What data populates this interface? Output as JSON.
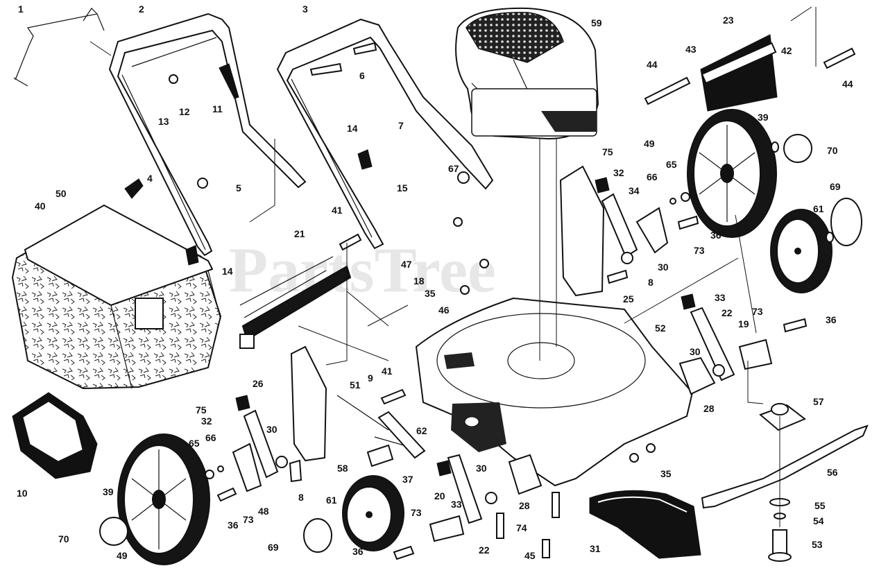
{
  "watermark": "PartsTree",
  "callouts": [
    {
      "id": "c1",
      "label": "1"
    },
    {
      "id": "c2",
      "label": "2"
    },
    {
      "id": "c3",
      "label": "3"
    },
    {
      "id": "c59",
      "label": "59"
    },
    {
      "id": "c23",
      "label": "23"
    },
    {
      "id": "c42",
      "label": "42"
    },
    {
      "id": "c44a",
      "label": "44"
    },
    {
      "id": "c43",
      "label": "43"
    },
    {
      "id": "c44b",
      "label": "44"
    },
    {
      "id": "c6",
      "label": "6"
    },
    {
      "id": "c13",
      "label": "13"
    },
    {
      "id": "c12",
      "label": "12"
    },
    {
      "id": "c11",
      "label": "11"
    },
    {
      "id": "c7",
      "label": "7"
    },
    {
      "id": "c14a",
      "label": "14"
    },
    {
      "id": "c49a",
      "label": "49"
    },
    {
      "id": "c39a",
      "label": "39"
    },
    {
      "id": "c70a",
      "label": "70"
    },
    {
      "id": "c75a",
      "label": "75"
    },
    {
      "id": "c32a",
      "label": "32"
    },
    {
      "id": "c66a",
      "label": "66"
    },
    {
      "id": "c65a",
      "label": "65"
    },
    {
      "id": "c67",
      "label": "67"
    },
    {
      "id": "c4",
      "label": "4"
    },
    {
      "id": "c5",
      "label": "5"
    },
    {
      "id": "c15",
      "label": "15"
    },
    {
      "id": "c34",
      "label": "34"
    },
    {
      "id": "c69a",
      "label": "69"
    },
    {
      "id": "c50",
      "label": "50"
    },
    {
      "id": "c40",
      "label": "40"
    },
    {
      "id": "c41a",
      "label": "41"
    },
    {
      "id": "c21",
      "label": "21"
    },
    {
      "id": "c61a",
      "label": "61"
    },
    {
      "id": "c36a",
      "label": "36"
    },
    {
      "id": "c73a",
      "label": "73"
    },
    {
      "id": "c14b",
      "label": "14"
    },
    {
      "id": "c47",
      "label": "47"
    },
    {
      "id": "c30a",
      "label": "30"
    },
    {
      "id": "c18",
      "label": "18"
    },
    {
      "id": "c8a",
      "label": "8"
    },
    {
      "id": "c35a",
      "label": "35"
    },
    {
      "id": "c25",
      "label": "25"
    },
    {
      "id": "c46",
      "label": "46"
    },
    {
      "id": "c33a",
      "label": "33"
    },
    {
      "id": "c22a",
      "label": "22"
    },
    {
      "id": "c73b",
      "label": "73"
    },
    {
      "id": "c19",
      "label": "19"
    },
    {
      "id": "c36b",
      "label": "36"
    },
    {
      "id": "c52",
      "label": "52"
    },
    {
      "id": "c30b",
      "label": "30"
    },
    {
      "id": "c26",
      "label": "26"
    },
    {
      "id": "c51",
      "label": "51"
    },
    {
      "id": "c9",
      "label": "9"
    },
    {
      "id": "c41b",
      "label": "41"
    },
    {
      "id": "c28a",
      "label": "28"
    },
    {
      "id": "c57",
      "label": "57"
    },
    {
      "id": "c75b",
      "label": "75"
    },
    {
      "id": "c32b",
      "label": "32"
    },
    {
      "id": "c30c",
      "label": "30"
    },
    {
      "id": "c65b",
      "label": "65"
    },
    {
      "id": "c66b",
      "label": "66"
    },
    {
      "id": "c62",
      "label": "62"
    },
    {
      "id": "c10",
      "label": "10"
    },
    {
      "id": "c58",
      "label": "58"
    },
    {
      "id": "c8b",
      "label": "8"
    },
    {
      "id": "c30d",
      "label": "30"
    },
    {
      "id": "c37",
      "label": "37"
    },
    {
      "id": "c35b",
      "label": "35"
    },
    {
      "id": "c56",
      "label": "56"
    },
    {
      "id": "c39b",
      "label": "39"
    },
    {
      "id": "c48",
      "label": "48"
    },
    {
      "id": "c36c",
      "label": "36"
    },
    {
      "id": "c73c",
      "label": "73"
    },
    {
      "id": "c61b",
      "label": "61"
    },
    {
      "id": "c20",
      "label": "20"
    },
    {
      "id": "c33b",
      "label": "33"
    },
    {
      "id": "c28b",
      "label": "28"
    },
    {
      "id": "c55",
      "label": "55"
    },
    {
      "id": "c73d",
      "label": "73"
    },
    {
      "id": "c74",
      "label": "74"
    },
    {
      "id": "c54",
      "label": "54"
    },
    {
      "id": "c70b",
      "label": "70"
    },
    {
      "id": "c69b",
      "label": "69"
    },
    {
      "id": "c36d",
      "label": "36"
    },
    {
      "id": "c22b",
      "label": "22"
    },
    {
      "id": "c45",
      "label": "45"
    },
    {
      "id": "c31",
      "label": "31"
    },
    {
      "id": "c49b",
      "label": "49"
    },
    {
      "id": "c53",
      "label": "53"
    }
  ]
}
